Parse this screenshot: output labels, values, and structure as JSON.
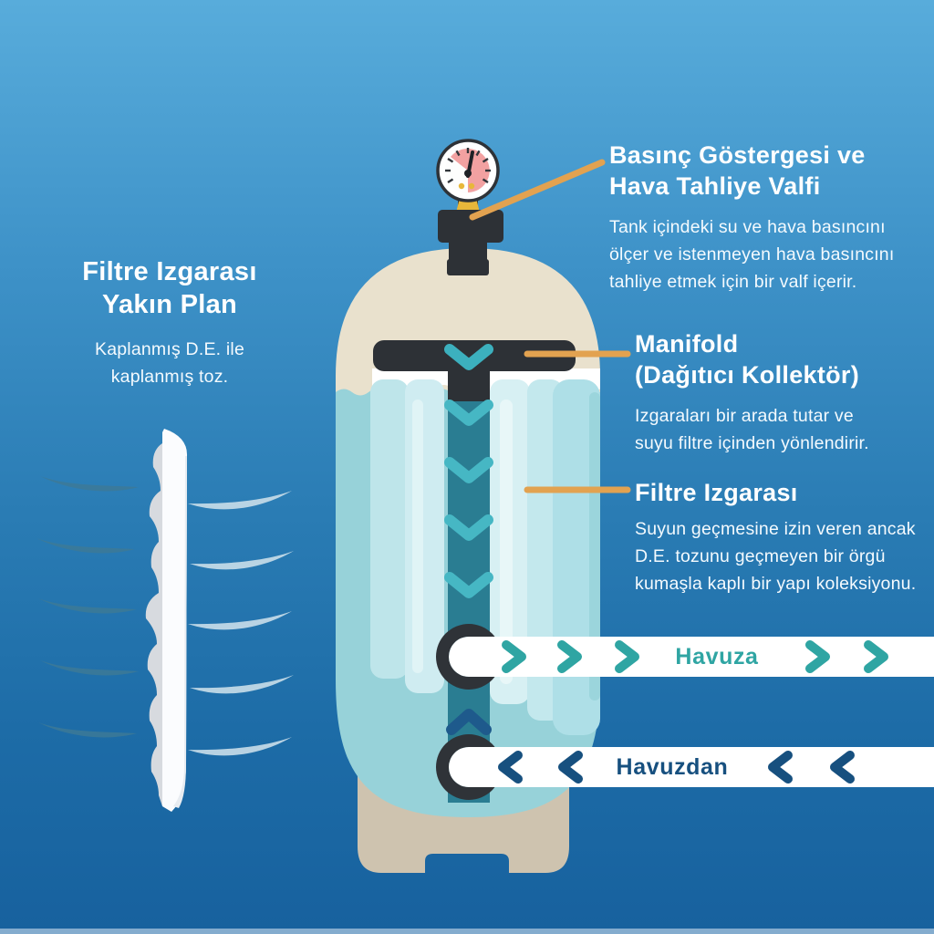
{
  "colors": {
    "background_top": "#58ACDB",
    "background_bottom": "#17619E",
    "pointer_accent": "#E2A250",
    "flow_teal": "#2FA5A3",
    "flow_navy": "#17507F",
    "tank_cream": "#E9E1CD",
    "tank_base_tan": "#CEC3AF",
    "water": "#97D2D9",
    "pipe_teal": "#2A7D92",
    "chevron_teal": "#46B7C4",
    "manifold_dark": "#2D3136",
    "gauge_face_red": "#F2A1A1"
  },
  "closeup_label": {
    "heading_line1": "Filtre Izgarası",
    "heading_line2": "Yakın Plan",
    "body_line1": "Kaplanmış D.E. ile",
    "body_line2": "kaplanmış toz."
  },
  "callouts": {
    "pressure_gauge": {
      "heading_line1": "Basınç Göstergesi ve",
      "heading_line2": "Hava Tahliye Valfi",
      "body_line1": "Tank içindeki su ve hava basıncını",
      "body_line2": "ölçer ve istenmeyen hava basıncını",
      "body_line3": "tahliye etmek için bir valf içerir."
    },
    "manifold": {
      "heading_line1": "Manifold",
      "heading_line2": "(Dağıtıcı Kollektör)",
      "body_line1": "Izgaraları bir arada tutar ve",
      "body_line2": "suyu filtre içinden yönlendirir."
    },
    "filter_grid": {
      "heading_line1": "Filtre Izgarası",
      "body_line1": "Suyun geçmesine izin veren ancak",
      "body_line2": "D.E. tozunu geçmeyen bir örgü",
      "body_line3": "kumaşla kaplı bir yapı koleksiyonu."
    }
  },
  "flow_labels": {
    "to_pool": "Havuza",
    "from_pool": "Havuzdan"
  },
  "icons": {
    "gauge": "pressure-gauge-icon",
    "down_arrows": "chevron-down-icon",
    "up_arrow": "chevron-up-icon",
    "right_arrows": "chevron-right-icon",
    "left_arrows": "chevron-left-icon"
  }
}
